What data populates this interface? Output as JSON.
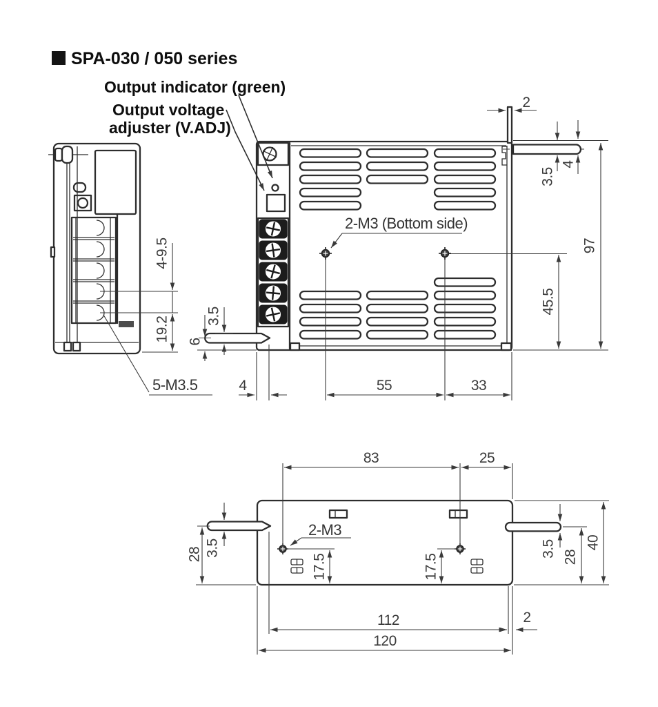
{
  "title": {
    "text": "SPA-030 / 050 series"
  },
  "callouts": {
    "output_indicator": "Output indicator (green)",
    "output_voltage_1": "Output voltage",
    "output_voltage_2": "adjuster (V.ADJ)"
  },
  "front_view": {
    "dim_terminal_pitch": "4-9.5",
    "dim_terminal_offset": "19.2",
    "label_terminals": "5-M3.5"
  },
  "side_view": {
    "label_mounting": "2-M3 (Bottom side)",
    "dim_flange": "2",
    "dim_pin_offset_right": "3.5",
    "dim_pin_right": "4",
    "dim_height": "97",
    "dim_hole_to_bottom": "45.5",
    "dim_pin_offset_left": "3.5",
    "dim_pin_to_bottom": "6",
    "dim_front_depth": "4",
    "dim_hole_pitch": "55",
    "dim_hole_to_rear": "33"
  },
  "bottom_view": {
    "label_holes": "2-M3",
    "dim_hole_pitch": "83",
    "dim_hole_to_rear": "25",
    "dim_hole_inset_left": "17.5",
    "dim_hole_inset_right": "17.5",
    "dim_pin_left": "3.5",
    "dim_pin_left_to_bottom": "28",
    "dim_pin_right": "3.5",
    "dim_pin_right_to_bottom": "28",
    "dim_depth": "40",
    "dim_pin_span": "112",
    "dim_rear_flange": "2",
    "dim_width": "120"
  }
}
